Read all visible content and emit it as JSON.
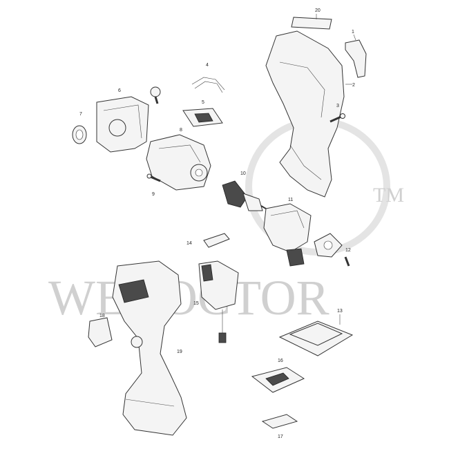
{
  "callouts": [
    "1",
    "2",
    "3",
    "4",
    "5",
    "6",
    "7",
    "8",
    "9",
    "10",
    "11",
    "12",
    "13",
    "14",
    "15",
    "16",
    "17",
    "18",
    "19",
    "20"
  ],
  "watermark": {
    "text": "WEDOCTOR",
    "tm": "TM"
  }
}
